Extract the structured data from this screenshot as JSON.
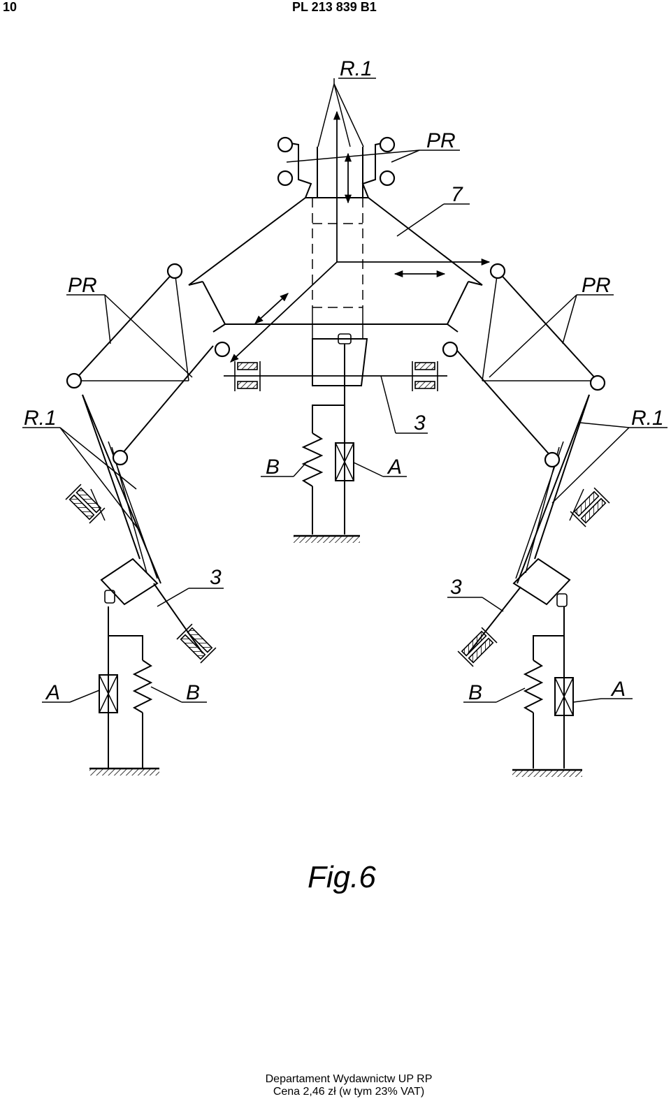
{
  "header": {
    "page_number": "10",
    "document_number": "PL 213 839 B1"
  },
  "figure": {
    "caption": "Fig.6",
    "labels": {
      "r1": "R.1",
      "pr": "PR",
      "seven": "7",
      "three": "3",
      "a": "A",
      "b": "B"
    }
  },
  "footer": {
    "line1": "Departament Wydawnictw UP RP",
    "line2": "Cena 2,46 zł (w tym 23% VAT)"
  }
}
